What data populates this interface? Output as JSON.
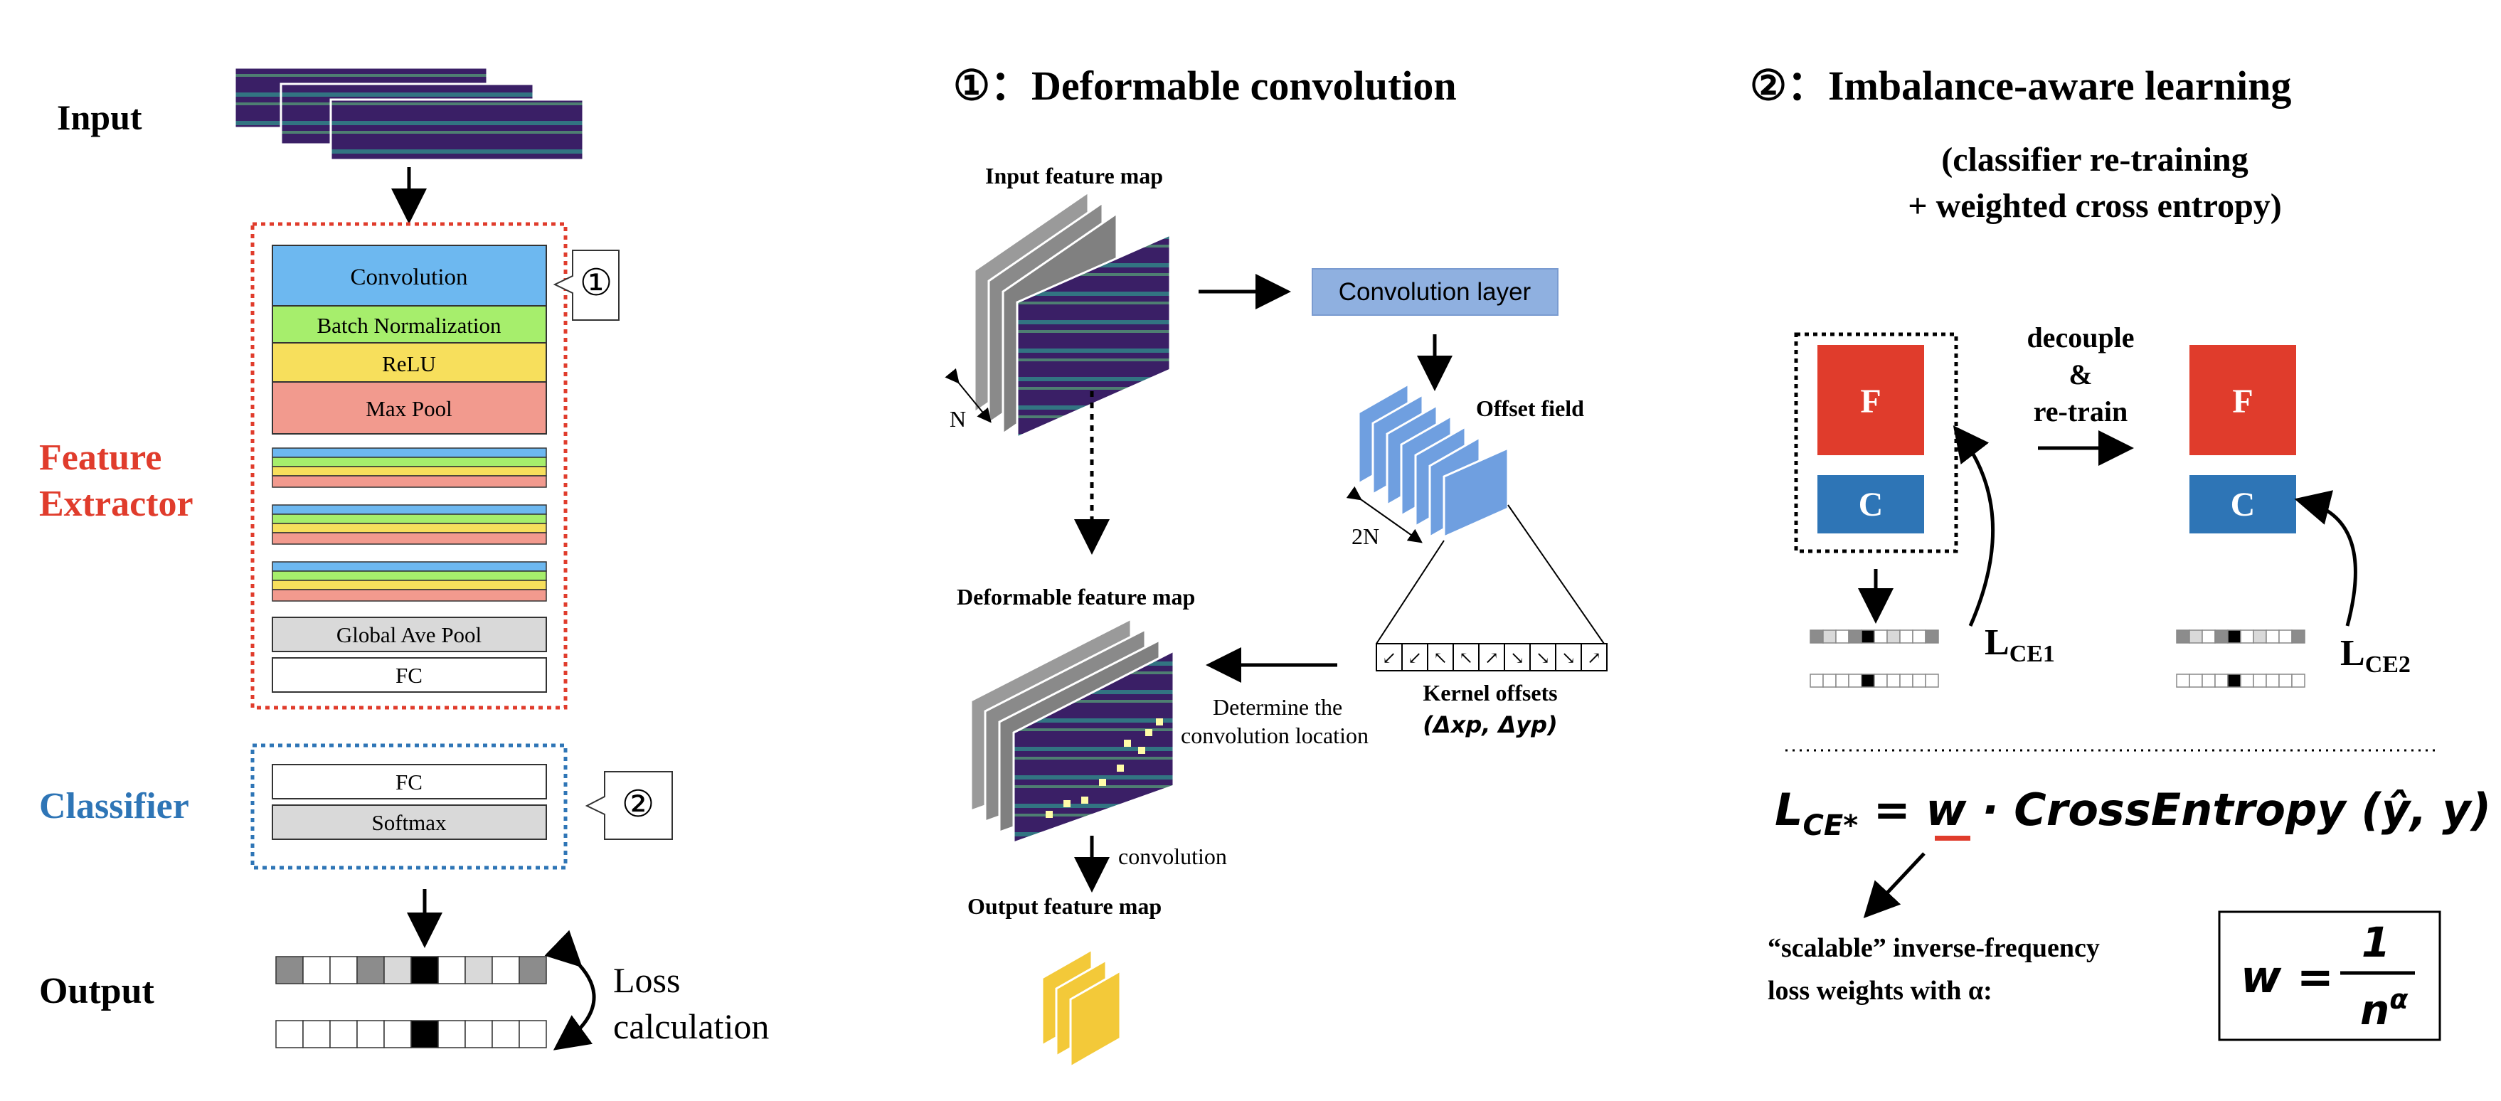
{
  "left": {
    "input_label": "Input",
    "feature_extractor_label": [
      "Feature",
      "Extractor"
    ],
    "classifier_label": "Classifier",
    "output_label": "Output",
    "layers": {
      "convolution": "Convolution",
      "batch_norm": "Batch Normalization",
      "relu": "ReLU",
      "max_pool": "Max Pool",
      "global_ave_pool": "Global Ave Pool",
      "fc": "FC",
      "classifier_fc": "FC",
      "softmax": "Softmax"
    },
    "callout_1": "①",
    "callout_2": "②",
    "loss_label": [
      "Loss",
      "calculation"
    ]
  },
  "middle": {
    "title": "①：Deformable convolution",
    "input_feature_map": "Input feature map",
    "n_label": "N",
    "convolution_layer": "Convolution layer",
    "offset_field": "Offset field",
    "two_n_label": "2N",
    "kernel_offsets": "Kernel offsets",
    "kernel_formula": "(Δxp, Δyp)",
    "deformable_feature_map": "Deformable feature map",
    "determine_location": [
      "Determine the",
      "convolution location"
    ],
    "convolution": "convolution",
    "output_feature_map": "Output feature map",
    "kernel_arrows": [
      "↙",
      "↙",
      "↖",
      "↖",
      "↗",
      "↘",
      "↘",
      "↘",
      "↗"
    ]
  },
  "right": {
    "title": "②：Imbalance-aware learning",
    "subtitle": [
      "(classifier re-training",
      "+ weighted cross entropy)"
    ],
    "f_label": "F",
    "c_label": "C",
    "decouple": [
      "decouple",
      "&",
      "re-train"
    ],
    "lce1": "L",
    "lce1_sub": "CE1",
    "lce2": "L",
    "lce2_sub": "CE2",
    "formula": "L",
    "formula_sub": "CE*",
    "formula_rest": " = w · CrossEntropy (ŷ, y)",
    "weights_text": [
      "“scalable” inverse-frequency",
      "loss weights with α:"
    ],
    "w_formula_lhs": "w =",
    "w_formula_num": "1",
    "w_formula_den": "n",
    "w_formula_exp": "α"
  },
  "colors": {
    "red": "#e03c2c",
    "blue": "#2e75b6",
    "conv_blue": "#6db8f0",
    "bn_green": "#a6ee6c",
    "relu_yellow": "#f7df5c",
    "maxpool_pink": "#f29a8e",
    "gray": "#d9d9d9",
    "dark_gray": "#8c8c8c",
    "spectrogram": "#3b1f5e",
    "offset_blue": "#6f9fe0",
    "conv_layer_fill": "#8fb0e0",
    "yellow_map": "#f3c939"
  }
}
